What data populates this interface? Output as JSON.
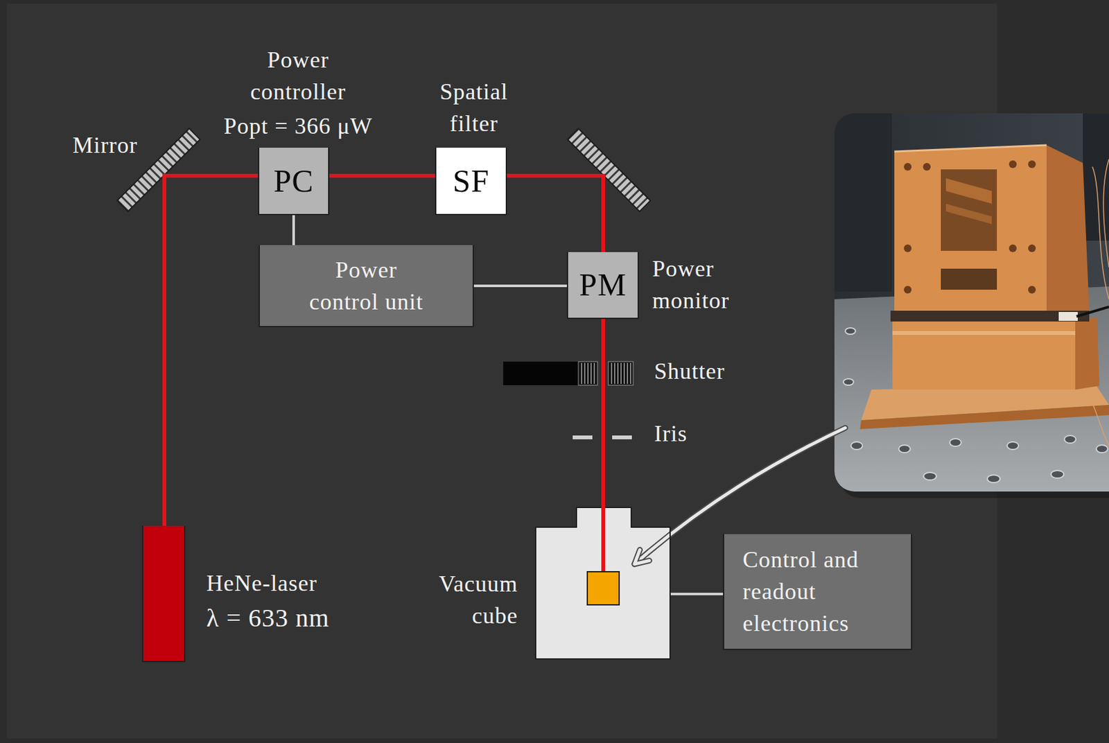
{
  "diagram": {
    "nodes": [
      {
        "text": [
          "Mirror"
        ]
      },
      {
        "text": [
          "PC",
          "Power controller",
          "Popt = 366 μW"
        ]
      },
      {
        "text": [
          "SF",
          "Spatial filter"
        ]
      },
      {
        "text": [
          "Power control unit"
        ]
      },
      {
        "text": [
          "PM",
          "Power monitor"
        ]
      },
      {
        "text": [
          "HeNe-laser",
          "λ = 633 nm"
        ]
      },
      {
        "text": [
          "Vacuum cube"
        ]
      },
      {
        "text": [
          "Control and readout electronics"
        ]
      }
    ],
    "edges": [
      {
        "from": 5,
        "to": 0,
        "arrow": "none"
      },
      {
        "from": 0,
        "to": 1,
        "arrow": "none"
      },
      {
        "from": 1,
        "to": 2,
        "arrow": "none"
      },
      {
        "from": 2,
        "to": 4,
        "arrow": "none"
      },
      {
        "from": 4,
        "to": 6,
        "arrow": "none"
      },
      {
        "from": 1,
        "to": 3,
        "arrow": "none"
      },
      {
        "from": 3,
        "to": 4,
        "arrow": "none"
      },
      {
        "from": 6,
        "to": 7,
        "arrow": "none"
      }
    ],
    "labels": [
      "Shutter",
      "Iris"
    ]
  }
}
